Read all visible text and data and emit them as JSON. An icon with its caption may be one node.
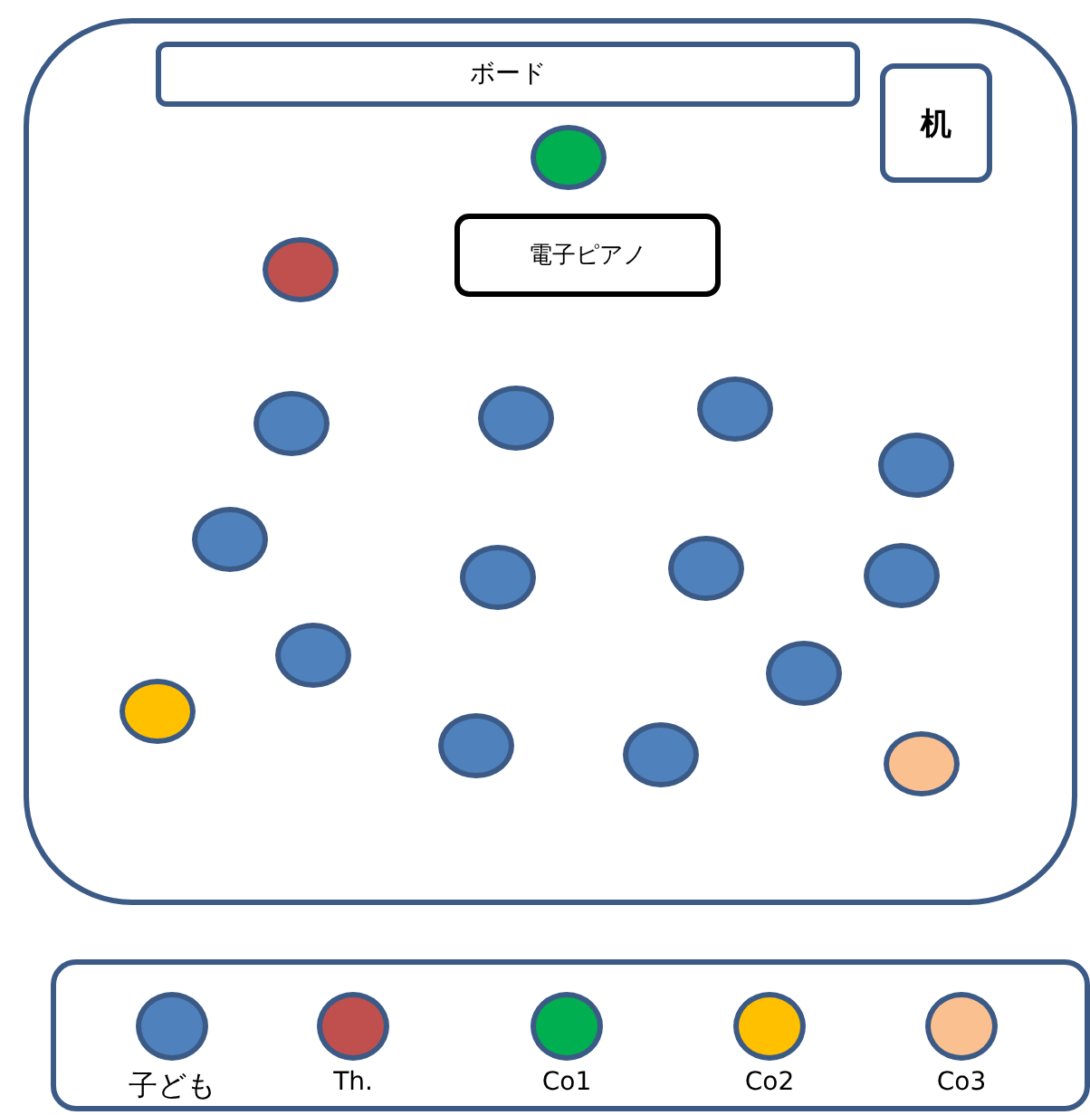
{
  "diagram": {
    "nodes": [
      {
        "text": [],
        "shape": "box"
      },
      {
        "text": [
          "ボード"
        ],
        "in": 0
      },
      {
        "text": [
          "机"
        ],
        "in": 0
      },
      {
        "text": [],
        "shape": "circle",
        "in": 0
      },
      {
        "text": [
          "電子ピアノ"
        ],
        "in": 0
      },
      {
        "text": [],
        "shape": "circle",
        "in": 0
      },
      {
        "text": [],
        "shape": "circle",
        "in": 0
      },
      {
        "text": [],
        "shape": "circle",
        "in": 0
      },
      {
        "text": [],
        "shape": "circle",
        "in": 0
      },
      {
        "text": [],
        "shape": "circle",
        "in": 0
      },
      {
        "text": [],
        "shape": "circle",
        "in": 0
      },
      {
        "text": [],
        "shape": "circle",
        "in": 0
      },
      {
        "text": [],
        "shape": "circle",
        "in": 0
      },
      {
        "text": [],
        "shape": "circle",
        "in": 0
      },
      {
        "text": [],
        "shape": "circle",
        "in": 0
      },
      {
        "text": [],
        "shape": "circle",
        "in": 0
      },
      {
        "text": [],
        "shape": "circle",
        "in": 0
      },
      {
        "text": [],
        "shape": "circle",
        "in": 0
      },
      {
        "text": [],
        "shape": "circle",
        "in": 0
      },
      {
        "text": [],
        "shape": "circle",
        "in": 0
      }
    ],
    "legend": [
      {
        "text": "子ども",
        "color": "#4f81bd"
      },
      {
        "text": "Th.",
        "color": "#c0504d"
      },
      {
        "text": "Co1",
        "color": "#00b050"
      },
      {
        "text": "Co2",
        "color": "#ffc000"
      },
      {
        "text": "Co3",
        "color": "#fac090"
      }
    ]
  }
}
